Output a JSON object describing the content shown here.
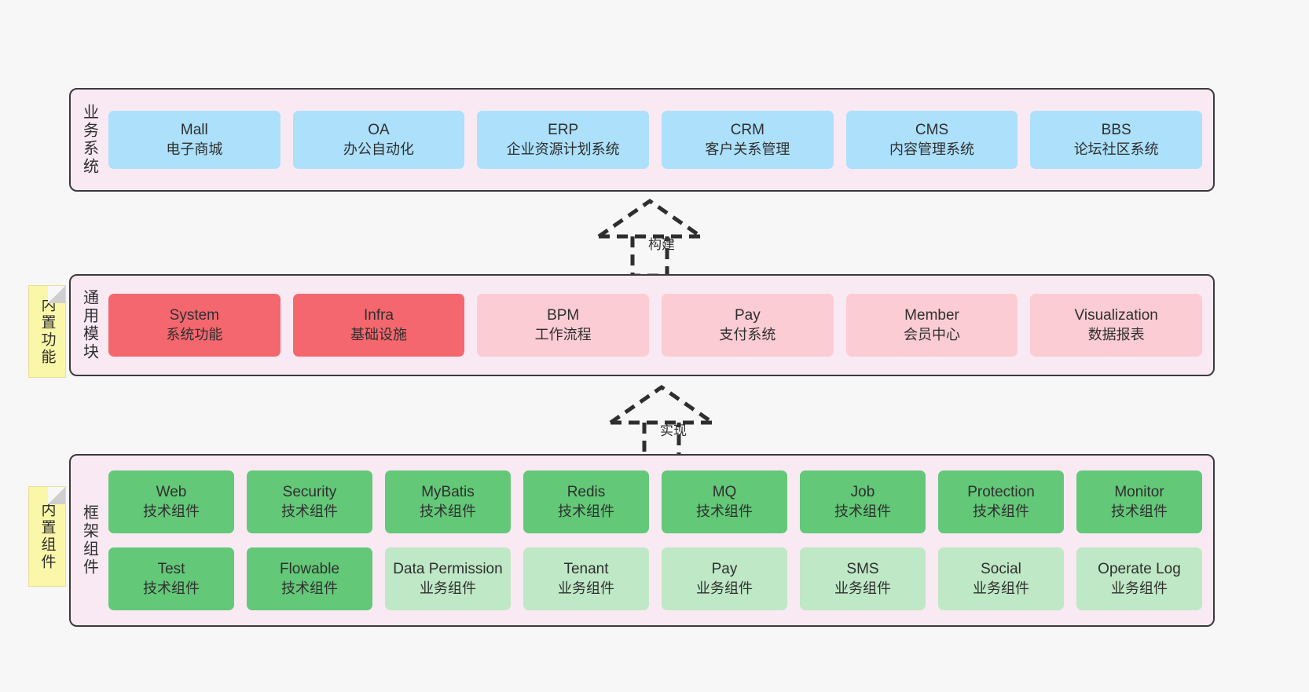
{
  "diagram": {
    "background_color": "#f7f7f7",
    "panel_background": "#f9e9f3",
    "panel_border": "#3b3b3b"
  },
  "layers": [
    {
      "id": "business",
      "title": "业务系统",
      "box_color": "#ace0fb",
      "rows": [
        [
          {
            "en": "Mall",
            "cn": "电子商城",
            "color": "#ace0fb"
          },
          {
            "en": "OA",
            "cn": "办公自动化",
            "color": "#ace0fb"
          },
          {
            "en": "ERP",
            "cn": "企业资源计划系统",
            "color": "#ace0fb"
          },
          {
            "en": "CRM",
            "cn": "客户关系管理",
            "color": "#ace0fb"
          },
          {
            "en": "CMS",
            "cn": "内容管理系统",
            "color": "#ace0fb"
          },
          {
            "en": "BBS",
            "cn": "论坛社区系统",
            "color": "#ace0fb"
          }
        ]
      ]
    },
    {
      "id": "common",
      "title": "通用模块",
      "note": "内置功能",
      "rows": [
        [
          {
            "en": "System",
            "cn": "系统功能",
            "color": "#f4676f"
          },
          {
            "en": "Infra",
            "cn": "基础设施",
            "color": "#f4676f"
          },
          {
            "en": "BPM",
            "cn": "工作流程",
            "color": "#fbccd4"
          },
          {
            "en": "Pay",
            "cn": "支付系统",
            "color": "#fbccd4"
          },
          {
            "en": "Member",
            "cn": "会员中心",
            "color": "#fbccd4"
          },
          {
            "en": "Visualization",
            "cn": "数据报表",
            "color": "#fbccd4"
          }
        ]
      ]
    },
    {
      "id": "framework",
      "title": "框架组件",
      "note": "内置组件",
      "rows": [
        [
          {
            "en": "Web",
            "cn": "技术组件",
            "color": "#63c878"
          },
          {
            "en": "Security",
            "cn": "技术组件",
            "color": "#63c878"
          },
          {
            "en": "MyBatis",
            "cn": "技术组件",
            "color": "#63c878"
          },
          {
            "en": "Redis",
            "cn": "技术组件",
            "color": "#63c878"
          },
          {
            "en": "MQ",
            "cn": "技术组件",
            "color": "#63c878"
          },
          {
            "en": "Job",
            "cn": "技术组件",
            "color": "#63c878"
          },
          {
            "en": "Protection",
            "cn": "技术组件",
            "color": "#63c878"
          },
          {
            "en": "Monitor",
            "cn": "技术组件",
            "color": "#63c878"
          }
        ],
        [
          {
            "en": "Test",
            "cn": "技术组件",
            "color": "#63c878"
          },
          {
            "en": "Flowable",
            "cn": "技术组件",
            "color": "#63c878"
          },
          {
            "en": "Data Permission",
            "cn": "业务组件",
            "color": "#bfe8c6"
          },
          {
            "en": "Tenant",
            "cn": "业务组件",
            "color": "#bfe8c6"
          },
          {
            "en": "Pay",
            "cn": "业务组件",
            "color": "#bfe8c6"
          },
          {
            "en": "SMS",
            "cn": "业务组件",
            "color": "#bfe8c6"
          },
          {
            "en": "Social",
            "cn": "业务组件",
            "color": "#bfe8c6"
          },
          {
            "en": "Operate Log",
            "cn": "业务组件",
            "color": "#bfe8c6"
          }
        ]
      ]
    }
  ],
  "arrows": [
    {
      "id": "build",
      "label": "构建",
      "style": "dashed-generalization",
      "direction": "up"
    },
    {
      "id": "impl",
      "label": "实现",
      "style": "dashed-generalization",
      "direction": "up"
    }
  ]
}
